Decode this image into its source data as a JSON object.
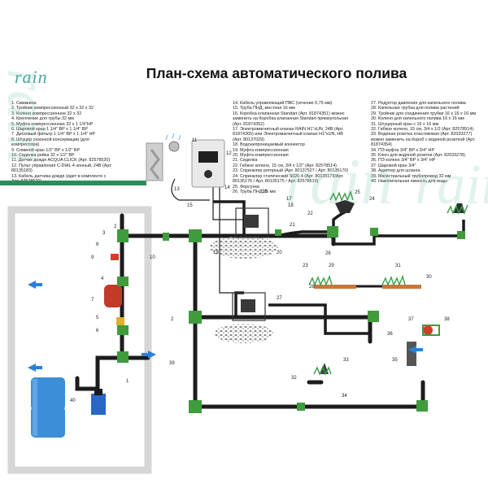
{
  "brand": {
    "logo": "rain",
    "watermark": "rain"
  },
  "title": "План-схема автоматического полива",
  "legend": {
    "col1": [
      "1. Скважина",
      "2. Тройник компрессионный 32 x 32 x 32",
      "3. Колено компрессионное 32 x 32",
      "4. Крепление для трубы 32 мм",
      "5. Муфта компрессионная 32 x 1 1/4\"НР",
      "6. Шаровой кран 1 1/4\" ВР x 1 1/4\" ВР",
      "7. Дисковый фильтр 1 1/4\" ВР x 1 1/4\" НР",
      "8. Штуцер сезонной консервации (для",
      "компрессора)",
      "9. Сливной кран 1/2\" ВР x 1/2\" ВР",
      "10. Седелка рейка 32 x 1/2\" ВР",
      "11. Датчик дождя ACQUA CLICK (Арт. 82578520)",
      "12. Пульт управления C-DIAL 4-зонный, 24В (Арт.",
      "80135183)",
      "13. Кабель датчика дождя (идет в комплекте с",
      "Арт. 82578520)"
    ],
    "col2": [
      "14. Кабель управляющий ПВС (сечение 0,75 мм)",
      "15. Труба ПНД, местная 16 мм",
      "16. Коробка клапанная Standart (Арт. 81874351) можно",
      "заменить на Коробка клапанная Standart прямоугольная",
      "(Арт. 81874352)",
      "17. Электромагнитный клапан RAIN H1\"xUN, 24В (Арт.",
      "81874365) или Электромагнитный клапан H1\"xUN, НВ",
      "(Арт. 80137029)",
      "18. Водонепроницаемый коннектор",
      "19. Муфта компрессионная",
      "20. Муфта компрессионная",
      "21. Седелка",
      "22. Гибкое колено, 15 см, 3/4 x 1/2\" (Арт. 82578514)",
      "23. Спринклер роторный (Арт. 80137527 / Арт. 80135170)",
      "24. Спринклер статический S020 4 (Арт. 80135173/Арт.",
      "80135176 / Арт. 80135175 / Арт. 82578510)",
      "25. Форсунка",
      "26. Труба ПНД 25 мм"
    ],
    "col3": [
      "27. Редуктор давления для капельного полива",
      "28. Капельная трубка для полива растений",
      "29. Тройник для соединения трубки 16 x 16 x 16 мм",
      "30. Колено для капельного полива 16 x 16 мм",
      "31. Штуцерный кран с 16 x 16 мм",
      "32. Гибкое колено, 15 см, 3/4 x 1/2 (Арт. 82578514)",
      "33. Водяная розетка пластиковая (Арт. 82033277)",
      "можно заменить на Короб с водяной розеткой (Арт.",
      "81874354)",
      "34. ПЭ муфта 3/4\" ВР x 3/4\" НР",
      "35. Ключ для водяной розетки (Арт. 82033278)",
      "36. ПЭ колено 3/4\" ВР x 3/4\" НР",
      "37. Шаровой кран 3/4\"",
      "38. Адаптер для шланга",
      "39. Магистральный трубопровод 32 мм",
      "40. Накопительная емкость для воды"
    ]
  },
  "callouts": [
    "1",
    "2",
    "3",
    "4",
    "5",
    "6",
    "7",
    "8",
    "9",
    "10",
    "11",
    "12",
    "13",
    "14",
    "15",
    "16",
    "17",
    "18",
    "19",
    "20",
    "21",
    "22",
    "23",
    "24",
    "25",
    "26",
    "27",
    "28",
    "29",
    "30",
    "31",
    "32",
    "33",
    "34",
    "35",
    "36",
    "37",
    "38",
    "39",
    "40"
  ],
  "colors": {
    "pipe": "#1c1c1c",
    "fitting": "#3f9b3c",
    "wall": "#dcdcdc",
    "water": "#3c8ed8",
    "drip": "#c8783a",
    "accent": "#4aa79b"
  }
}
